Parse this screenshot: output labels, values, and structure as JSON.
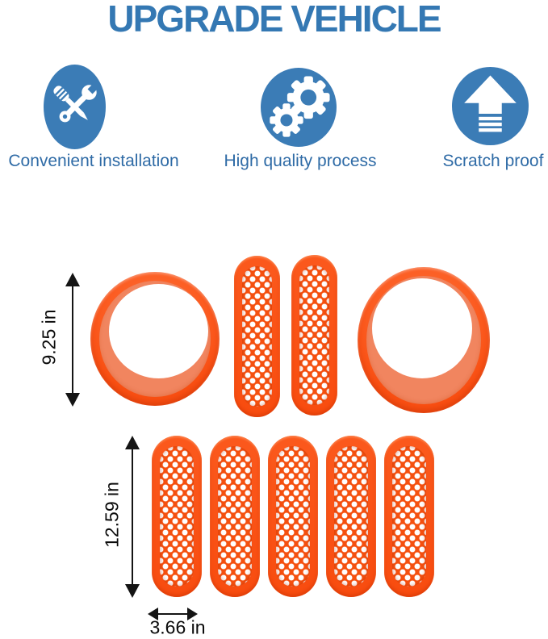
{
  "title": "UPGRADE VEHICLE",
  "features": [
    {
      "label": "Convenient installation",
      "icon": "tools-icon"
    },
    {
      "label": "High quality process",
      "icon": "gears-icon"
    },
    {
      "label": "Scratch proof",
      "icon": "upgrade-arrow-icon"
    }
  ],
  "dimensions": {
    "ring_height": "9.25 in",
    "insert_height": "12.59 in",
    "insert_width": "3.66 in"
  },
  "product": {
    "middle_row": {
      "ring_count": 2,
      "mesh_insert_count": 2
    },
    "bottom_row": {
      "mesh_insert_count": 5
    }
  },
  "colors": {
    "heading_blue": "#3478b3",
    "feature_label_blue": "#2f6ba6",
    "icon_badge_blue": "#3b7cb6",
    "part_orange": "#f94f12",
    "part_orange_light": "#f1855f",
    "dimension_black": "#141414",
    "background": "#ffffff"
  }
}
